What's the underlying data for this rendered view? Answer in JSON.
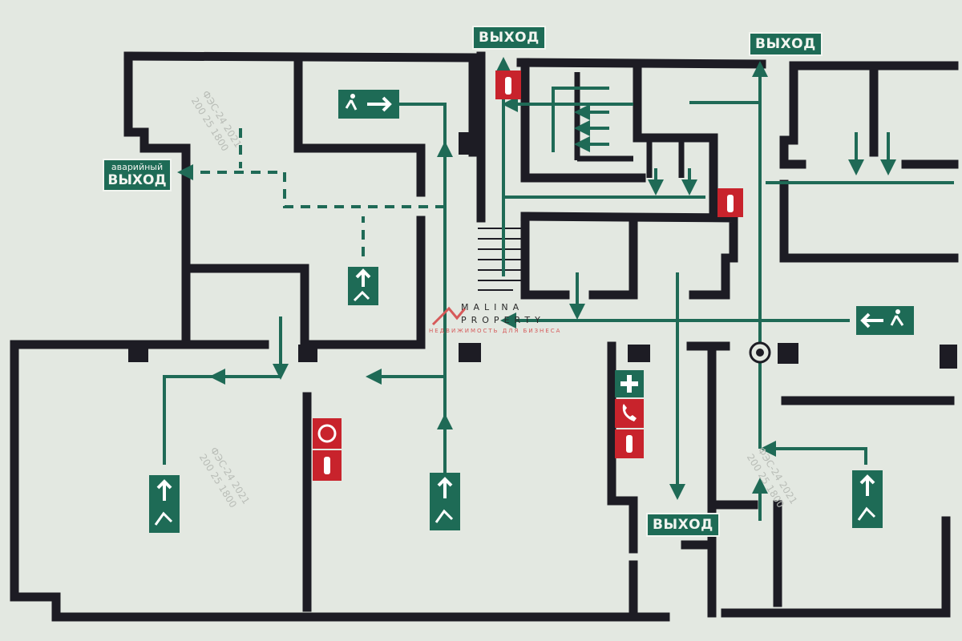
{
  "exits": {
    "top_center": "ВЫХОД",
    "top_right": "ВЫХОД",
    "bottom_center": "ВЫХОД",
    "emergency_small": "аварийный",
    "emergency_big": "ВЫХОД"
  },
  "watermark": {
    "name": "MALINA",
    "name2": "PROPERTY",
    "tagline": "НЕДВИЖИМОСТЬ ДЛЯ БИЗНЕСА"
  },
  "stamps": {
    "code": "ФЭС-24 2021",
    "numbers": "200 25 1800"
  },
  "colors": {
    "background": "#e3e8e1",
    "wall": "#1d1c24",
    "route": "#1f6a56",
    "fire": "#c8232c"
  }
}
